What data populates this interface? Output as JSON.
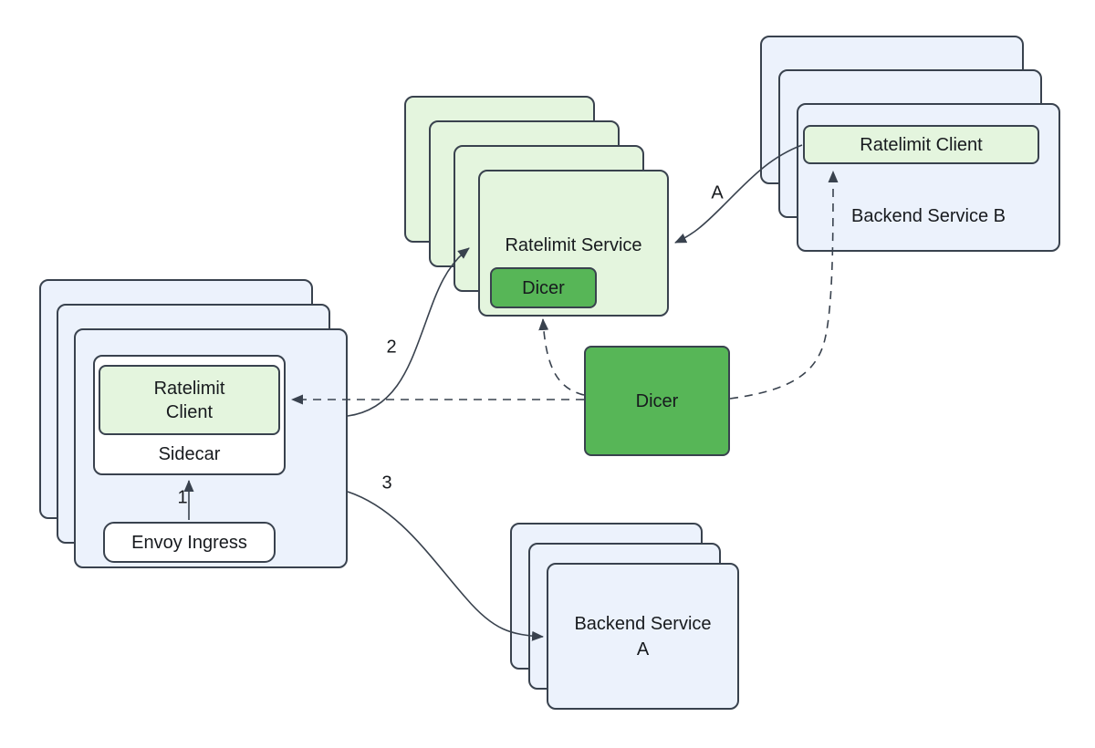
{
  "diagram": {
    "nodes": {
      "ingress_pods": {
        "stack_count": 3,
        "ratelimit_client_line1": "Ratelimit",
        "ratelimit_client_line2": "Client",
        "sidecar_label": "Sidecar",
        "envoy_label": "Envoy Ingress"
      },
      "ratelimit_service": {
        "stack_count": 4,
        "label": "Ratelimit Service",
        "dicer_label": "Dicer"
      },
      "dicer": {
        "label": "Dicer"
      },
      "backend_service_b": {
        "stack_count": 3,
        "client_label": "Ratelimit Client",
        "label": "Backend Service B"
      },
      "backend_service_a": {
        "stack_count": 3,
        "label_line1": "Backend Service",
        "label_line2": "A"
      }
    },
    "edge_labels": {
      "e1": "1",
      "e2": "2",
      "e3": "3",
      "eA": "A"
    },
    "edges": [
      {
        "label": "1",
        "from": "envoy-ingress",
        "to": "sidecar",
        "style": "solid"
      },
      {
        "label": "2",
        "from": "ingress-pods",
        "to": "ratelimit-service",
        "style": "solid"
      },
      {
        "label": "3",
        "from": "ingress-pods",
        "to": "backend-service-a",
        "style": "solid"
      },
      {
        "label": "A",
        "from": "backend-service-b-client",
        "to": "ratelimit-service",
        "style": "solid"
      },
      {
        "label": "",
        "from": "dicer",
        "to": "ingress-pods-ratelimit-client",
        "style": "dashed"
      },
      {
        "label": "",
        "from": "dicer",
        "to": "ratelimit-service-dicer",
        "style": "dashed"
      },
      {
        "label": "",
        "from": "dicer",
        "to": "backend-service-b-client",
        "style": "dashed"
      }
    ],
    "colors": {
      "pod_fill": "#ecf2fc",
      "service_fill": "#e4f5de",
      "accent_green": "#57b657",
      "stroke": "#39424e",
      "white": "#ffffff"
    }
  }
}
